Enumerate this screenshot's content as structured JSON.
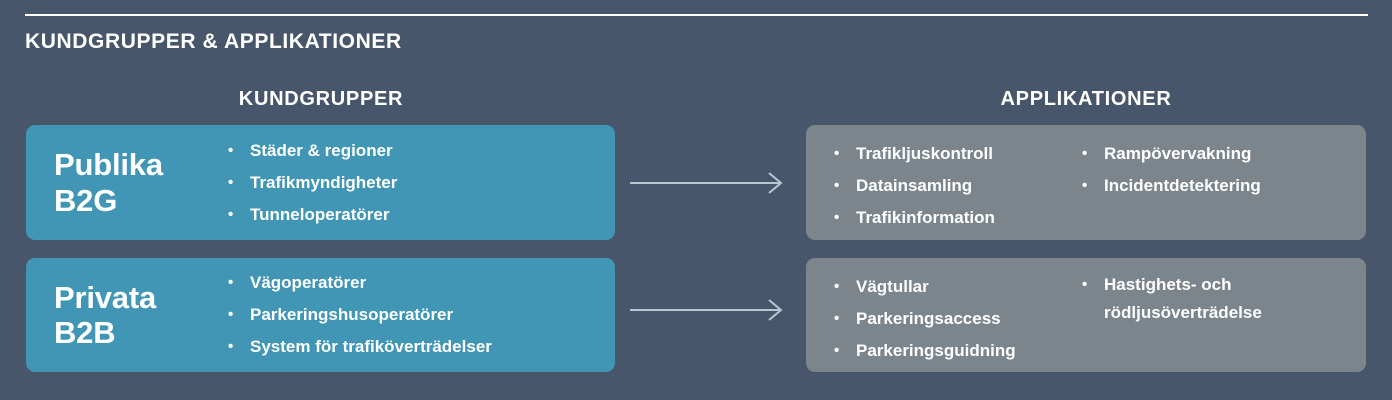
{
  "slide": {
    "title": "KUNDGRUPPER & APPLIKATIONER",
    "background_color": "#47566a",
    "rule_color": "#ffffff"
  },
  "columns": {
    "left_heading": "KUNDGRUPPER",
    "right_heading": "APPLIKATIONER"
  },
  "colors": {
    "customer_card": "#4195b5",
    "application_card": "#7c858c",
    "arrow": "#b8c6d1",
    "text": "#ffffff"
  },
  "rows": [
    {
      "customer": {
        "label_line1": "Publika",
        "label_line2": "B2G",
        "bullets": [
          "Städer & regioner",
          "Trafikmyndigheter",
          "Tunneloperatörer"
        ]
      },
      "arrow": "arrow-right",
      "applications": {
        "column_a": [
          "Trafikljuskontroll",
          "Datainsamling",
          "Trafikinformation"
        ],
        "column_b": [
          "Rampövervakning",
          "Incidentdetektering"
        ]
      }
    },
    {
      "customer": {
        "label_line1": "Privata",
        "label_line2": "B2B",
        "bullets": [
          "Vägoperatörer",
          "Parkeringshusoperatörer",
          "System för trafiköverträdelser"
        ]
      },
      "arrow": "arrow-right",
      "applications": {
        "column_a": [
          "Vägtullar",
          "Parkeringsaccess",
          "Parkeringsguidning"
        ],
        "column_b": [
          "Hastighets- och rödljusöverträdelse"
        ]
      }
    }
  ]
}
